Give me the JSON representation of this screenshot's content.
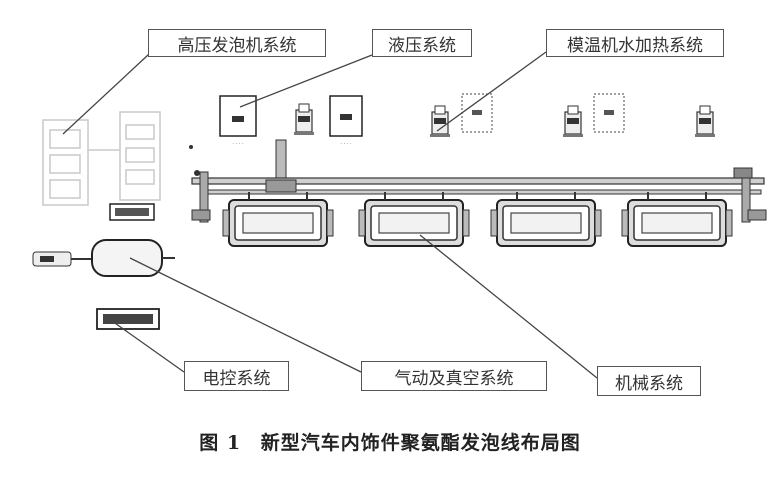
{
  "labels": {
    "hp_foam": "高压发泡机系统",
    "hydraulic": "液压系统",
    "mold_temp": "模温机水加热系统",
    "electric": "电控系统",
    "pneumatic": "气动及真空系统",
    "mechanical": "机械系统"
  },
  "caption": {
    "fig_no": "图 1",
    "title": "新型汽车内饰件聚氨酯发泡线布局图"
  }
}
